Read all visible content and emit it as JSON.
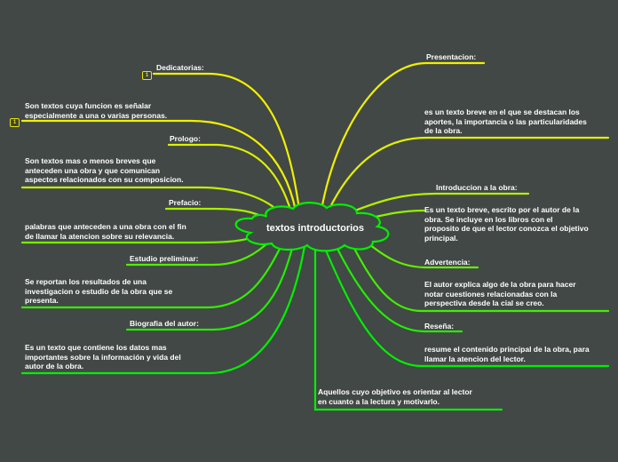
{
  "center": {
    "title": "textos introductorios"
  },
  "left": {
    "dedicatorias": {
      "title": "Dedicatorias:",
      "badge": "1",
      "text": [
        "Son textos cuya funcion es señalar",
        "especialmente a una o varias personas."
      ],
      "text_badge": "1"
    },
    "prologo": {
      "title": "Prologo:",
      "text": [
        "Son textos mas o menos breves que",
        "anteceden una obra y que comunican",
        "aspectos relacionados con su composicion."
      ]
    },
    "prefacio": {
      "title": "Prefacio:",
      "text": [
        "palabras que anteceden a una obra con el fin",
        "de llamar la atencion sobre su relevancia."
      ]
    },
    "estudio": {
      "title": "Estudio preliminar:",
      "text": [
        "Se reportan los resultados de una",
        "investigacion o estudio de la obra que se",
        "presenta."
      ]
    },
    "biografia": {
      "title": "Biografia del autor:",
      "text": [
        "Es un texto que contiene los datos mas",
        "importantes sobre la información y vida del",
        "autor de la obra."
      ]
    }
  },
  "right": {
    "presentacion": {
      "title": "Presentacion:",
      "text": [
        "es un texto breve en el que se destacan los",
        "aportes, la importancia o las particularidades",
        "de la obra."
      ]
    },
    "introduccion": {
      "title": "Introduccion a la obra:",
      "text": [
        "Es un texto breve, escrito por el autor de la",
        "obra. Se incluye en los libros con el",
        "proposito de que el lector conozca el objetivo",
        "principal."
      ]
    },
    "advertencia": {
      "title": "Advertencia:",
      "text": [
        "El autor explica algo de la obra para hacer",
        "notar cuestiones relacionadas con la",
        "perspectiva desde la cial se creo."
      ]
    },
    "resena": {
      "title": "Reseña:",
      "text": [
        "resume el contenido principal de la obra, para",
        "llamar la atencion del lector."
      ]
    }
  },
  "bottom": {
    "text": [
      "Aquellos cuyo objetivo es orientar al lector",
      "en cuanto a la lectura y motivarlo."
    ]
  },
  "colors": {
    "background": "#424846",
    "yellow": "#f0f000",
    "green": "#00f000",
    "text": "#ffffff"
  }
}
